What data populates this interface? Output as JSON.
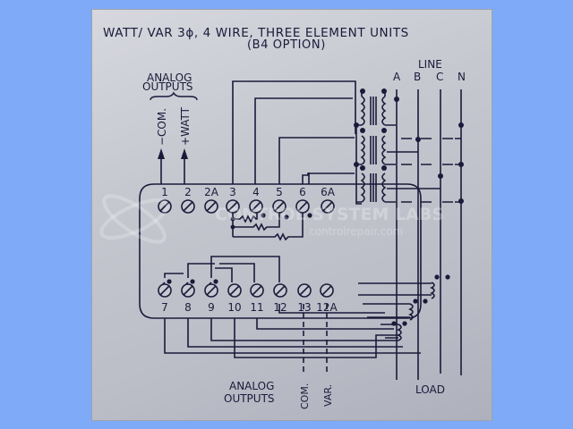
{
  "title": {
    "line1": "WATT/ VAR 3ϕ, 4 WIRE, THREE ELEMENT UNITS",
    "line2": "(B4 OPTION)"
  },
  "top_outputs": {
    "heading1": "ANALOG",
    "heading2": "OUTPUTS",
    "com_label": "−COM.",
    "watt_label": "+WATT"
  },
  "line_section": {
    "heading": "LINE",
    "phases": [
      "A",
      "B",
      "C",
      "N"
    ]
  },
  "load_label": "LOAD",
  "terminals_top": [
    "1",
    "2",
    "2A",
    "3",
    "4",
    "5",
    "6",
    "6A"
  ],
  "terminals_bottom": [
    "7",
    "8",
    "9",
    "10",
    "11",
    "12",
    "13",
    "12A"
  ],
  "bottom_outputs": {
    "heading1": "ANALOG",
    "heading2": "OUTPUTS",
    "com_label": "COM.",
    "var_label": "VAR."
  },
  "watermark": {
    "line1": "CONTROL SYSTEM LABS",
    "line2": "controlrepair.com"
  },
  "colors": {
    "background": "#7eaaf8",
    "ink": "#1b1a3a",
    "plate": "#c6c8d0"
  }
}
